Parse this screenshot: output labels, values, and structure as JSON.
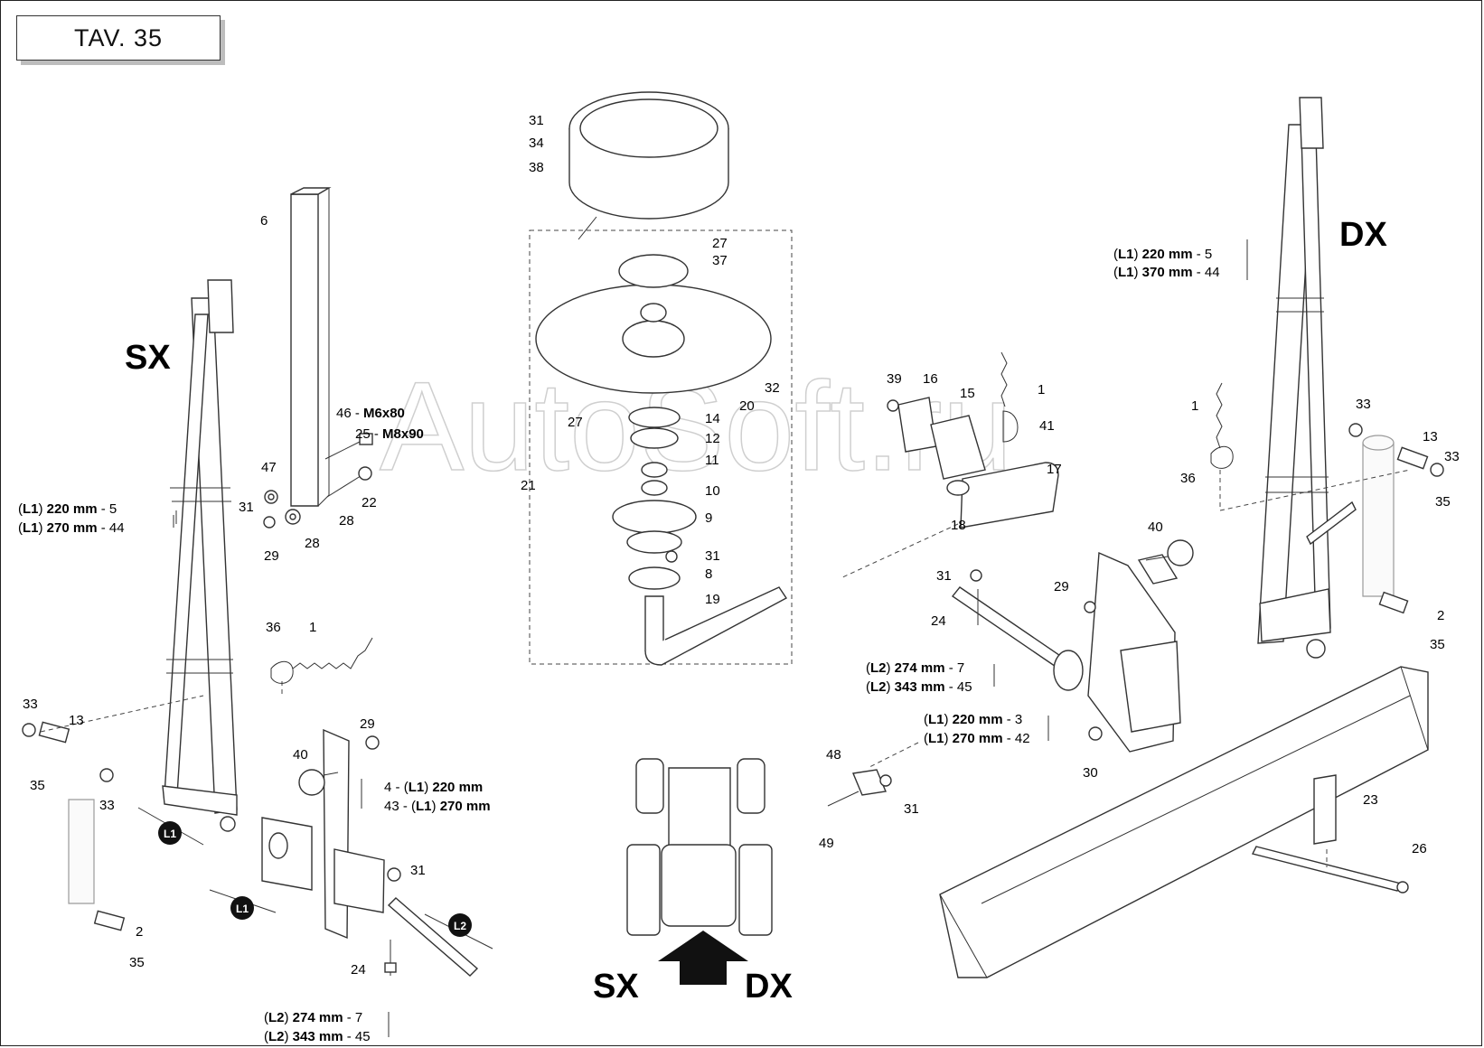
{
  "title": "TAV. 35",
  "sides": {
    "left": "SX",
    "right": "DX"
  },
  "arrow_labels": {
    "left": "SX",
    "right": "DX"
  },
  "watermark": "AutoSoft.ru",
  "callouts": {
    "c31a": "31",
    "c34": "34",
    "c38": "38",
    "c27a": "27",
    "c37": "37",
    "c32": "32",
    "c20": "20",
    "c14": "14",
    "c27b": "27",
    "c12": "12",
    "c11": "11",
    "c21": "21",
    "c10": "10",
    "c9": "9",
    "c31b": "31",
    "c8": "8",
    "c19": "19",
    "c6": "6",
    "c47": "47",
    "c31c": "31",
    "c22": "22",
    "c29a": "29",
    "c28a": "28",
    "c28b": "28",
    "c36a": "36",
    "c1a": "1",
    "c33a": "33",
    "c13a": "13",
    "c35a": "35",
    "c33b": "33",
    "c40a": "40",
    "c29b": "29",
    "c31d": "31",
    "c24a": "24",
    "c2a": "2",
    "c35b": "35",
    "c39": "39",
    "c16": "16",
    "c15": "15",
    "c1b": "1",
    "c41": "41",
    "c17": "17",
    "c18": "18",
    "c40b": "40",
    "c31e": "31",
    "c29c": "29",
    "c24b": "24",
    "c30": "30",
    "c48": "48",
    "c31f": "31",
    "c49": "49",
    "c23": "23",
    "c26": "26",
    "c1c": "1",
    "c33c": "33",
    "c13b": "13",
    "c33d": "33",
    "c36b": "36",
    "c35c": "35",
    "c2b": "2",
    "c35d": "35"
  },
  "specs": {
    "bolt46": {
      "pre": "46 - ",
      "bold": "M6x80"
    },
    "bolt25": {
      "pre": "25 - ",
      "bold": "M8x90"
    },
    "left_post": [
      {
        "code": "L1",
        "val": " 220 mm",
        "item": " - 5"
      },
      {
        "code": "L1",
        "val": " 270 mm",
        "item": " - 44"
      }
    ],
    "left_bracket": [
      {
        "item": "4  - ",
        "code": "L1",
        "val": " 220 mm"
      },
      {
        "item": "43 - ",
        "code": "L1",
        "val": " 270 mm"
      }
    ],
    "left_pin": [
      {
        "code": "L2",
        "val": " 274 mm",
        "item": " - 7"
      },
      {
        "code": "L2",
        "val": " 343 mm",
        "item": " - 45"
      }
    ],
    "right_post": [
      {
        "code": "L1",
        "val": " 220 mm",
        "item": " - 5"
      },
      {
        "code": "L1",
        "val": " 370 mm",
        "item": " - 44"
      }
    ],
    "right_pin": [
      {
        "code": "L2",
        "val": " 274 mm",
        "item": " - 7"
      },
      {
        "code": "L2",
        "val": " 343 mm",
        "item": " - 45"
      }
    ],
    "right_bracket": [
      {
        "code": "L1",
        "val": " 220 mm",
        "item": " - 3"
      },
      {
        "code": "L1",
        "val": " 270 mm",
        "item": " - 42"
      }
    ]
  },
  "dim_markers": {
    "m1": "L1",
    "m2": "L1",
    "m3": "L2"
  }
}
